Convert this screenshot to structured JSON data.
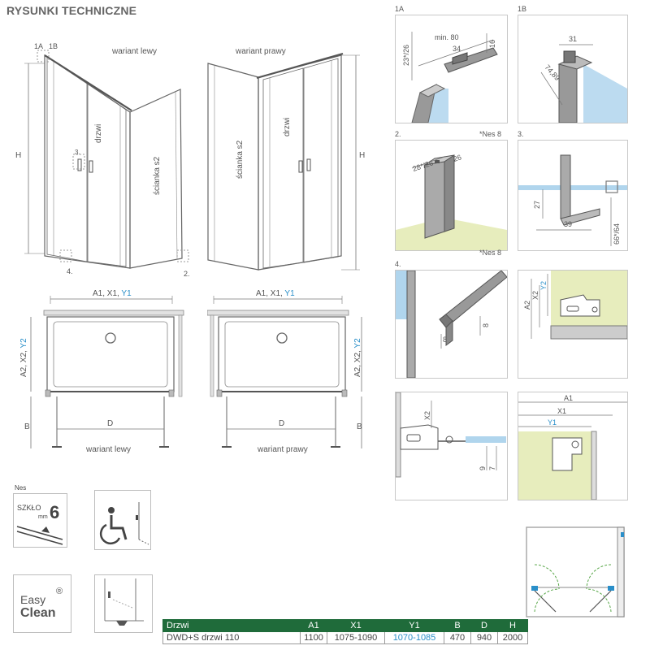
{
  "title": "RYSUNKI TECHNICZNE",
  "left_view": {
    "callouts": [
      "1A",
      "1B"
    ],
    "variant_label": "wariant lewy",
    "door_label": "drzwi",
    "wall_label": "ścianka s2",
    "height_label": "H",
    "detail_3": "3.",
    "detail_4": "4.",
    "detail_2": "2."
  },
  "right_view": {
    "variant_label": "wariant prawy",
    "door_label": "drzwi",
    "wall_label": "ścianka s2",
    "height_label": "H"
  },
  "plan_left": {
    "top_dim": "A1, X1, ",
    "top_dim_blue": "Y1",
    "side_dim": "A2, X2, ",
    "side_dim_blue": "Y2",
    "b_label": "B",
    "d_label": "D",
    "variant_label": "wariant lewy"
  },
  "plan_right": {
    "top_dim": "A1, X1, ",
    "top_dim_blue": "Y1",
    "side_dim": "A2, X2, ",
    "side_dim_blue": "Y2",
    "b_label": "B",
    "d_label": "D",
    "variant_label": "wariant prawy"
  },
  "details": {
    "d1a": {
      "label": "1A",
      "dims": [
        "23*/26",
        "min. 80",
        "34",
        "16"
      ]
    },
    "d1b": {
      "label": "1B",
      "dims": [
        "31",
        "74,89"
      ]
    },
    "d2": {
      "label": "2.",
      "note": "*Nes 8",
      "dims": [
        "28*/26",
        "26"
      ]
    },
    "d3": {
      "label": "3.",
      "dims": [
        "27",
        "39",
        "66*/64"
      ]
    },
    "d4": {
      "label": "4.",
      "note": "*Nes 8",
      "dims": [
        "8",
        "8"
      ]
    },
    "d5": {
      "dims": [
        "A2",
        "X2",
        "Y2"
      ]
    },
    "d6": {
      "dims": [
        "X2",
        "9",
        "7"
      ]
    },
    "d7": {
      "dims": [
        "A1",
        "X1",
        "Y1"
      ]
    }
  },
  "badges": {
    "nes_label": "Nes",
    "glass_word": "SZKŁO",
    "glass_unit": "mm",
    "glass_value": "6",
    "easy_line1": "Easy",
    "easy_line2": "Clean",
    "registered": "®"
  },
  "table": {
    "headers": [
      "Drzwi",
      "A1",
      "X1",
      "Y1",
      "B",
      "D",
      "H"
    ],
    "row": [
      "DWD+S drzwi 110",
      "1100",
      "1075-1090",
      "1070-1085",
      "470",
      "940",
      "2000"
    ]
  },
  "colors": {
    "accent_green": "#1f6b3a",
    "accent_blue": "#2a8fc9",
    "glass_blue": "#8fc3e6",
    "wall_green": "#e7edbd"
  }
}
